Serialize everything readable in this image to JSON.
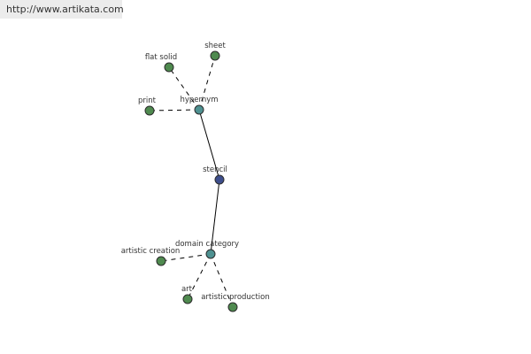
{
  "header": {
    "url": "http://www.artikata.com"
  },
  "graph": {
    "colors": {
      "center": "#3d4e8c",
      "relation": "#4e9191",
      "leaf": "#4f8a4f",
      "node_stroke": "#2c2c2c",
      "edge": "#000000"
    },
    "nodes": [
      {
        "id": "stencil",
        "label": "stencil",
        "kind": "center"
      },
      {
        "id": "hypernym",
        "label": "hypernym",
        "kind": "relation"
      },
      {
        "id": "domain-category",
        "label": "domain category",
        "kind": "relation"
      },
      {
        "id": "flat-solid",
        "label": "flat solid",
        "kind": "leaf"
      },
      {
        "id": "sheet",
        "label": "sheet",
        "kind": "leaf"
      },
      {
        "id": "print",
        "label": "print",
        "kind": "leaf"
      },
      {
        "id": "artistic-creation",
        "label": "artistic creation",
        "kind": "leaf"
      },
      {
        "id": "art",
        "label": "art",
        "kind": "leaf"
      },
      {
        "id": "artistic-production",
        "label": "artistic production",
        "kind": "leaf"
      }
    ],
    "edges": [
      {
        "from": "stencil",
        "to": "hypernym",
        "style": "solid"
      },
      {
        "from": "stencil",
        "to": "domain-category",
        "style": "solid"
      },
      {
        "from": "hypernym",
        "to": "flat-solid",
        "style": "dashed"
      },
      {
        "from": "hypernym",
        "to": "sheet",
        "style": "dashed"
      },
      {
        "from": "hypernym",
        "to": "print",
        "style": "dashed"
      },
      {
        "from": "domain-category",
        "to": "artistic-creation",
        "style": "dashed"
      },
      {
        "from": "domain-category",
        "to": "art",
        "style": "dashed"
      },
      {
        "from": "domain-category",
        "to": "artistic-production",
        "style": "dashed"
      }
    ]
  }
}
